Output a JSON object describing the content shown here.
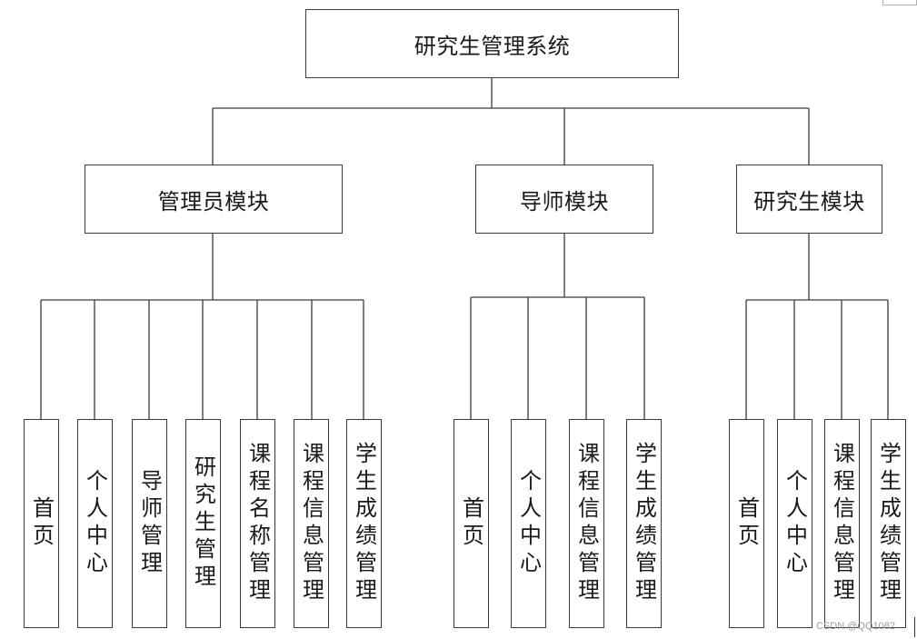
{
  "root": {
    "label": "研究生管理系统"
  },
  "modules": [
    {
      "label": "管理员模块",
      "items": [
        "首页",
        "个人中心",
        "导师管理",
        "研究生管理",
        "课程名称管理",
        "课程信息管理",
        "学生成绩管理"
      ]
    },
    {
      "label": "导师模块",
      "items": [
        "首页",
        "个人中心",
        "课程信息管理",
        "学生成绩管理"
      ]
    },
    {
      "label": "研究生模块",
      "items": [
        "首页",
        "个人中心",
        "课程信息管理",
        "学生成绩管理"
      ]
    }
  ],
  "watermark": "CSDN @QQ1082"
}
